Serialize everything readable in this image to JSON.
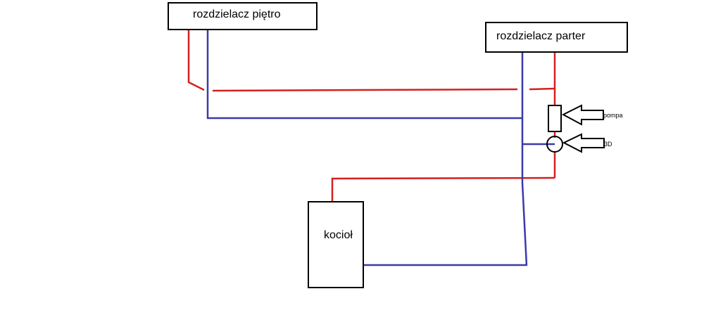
{
  "boxes": {
    "upstairs_manifold": "rozdzielacz piętro",
    "ground_manifold": "rozdzielacz parter",
    "boiler": "kocioł"
  },
  "labels": {
    "pump": "pompa",
    "valve_3d": "3D"
  },
  "colors": {
    "supply_pipe": "#d42020",
    "return_pipe": "#3a3aaa",
    "outline": "#000000"
  },
  "icons": {
    "pump": "pump-rectangle-icon",
    "valve_3d": "three-way-valve-circle-icon",
    "pointer": "outline-arrow-left-icon"
  }
}
